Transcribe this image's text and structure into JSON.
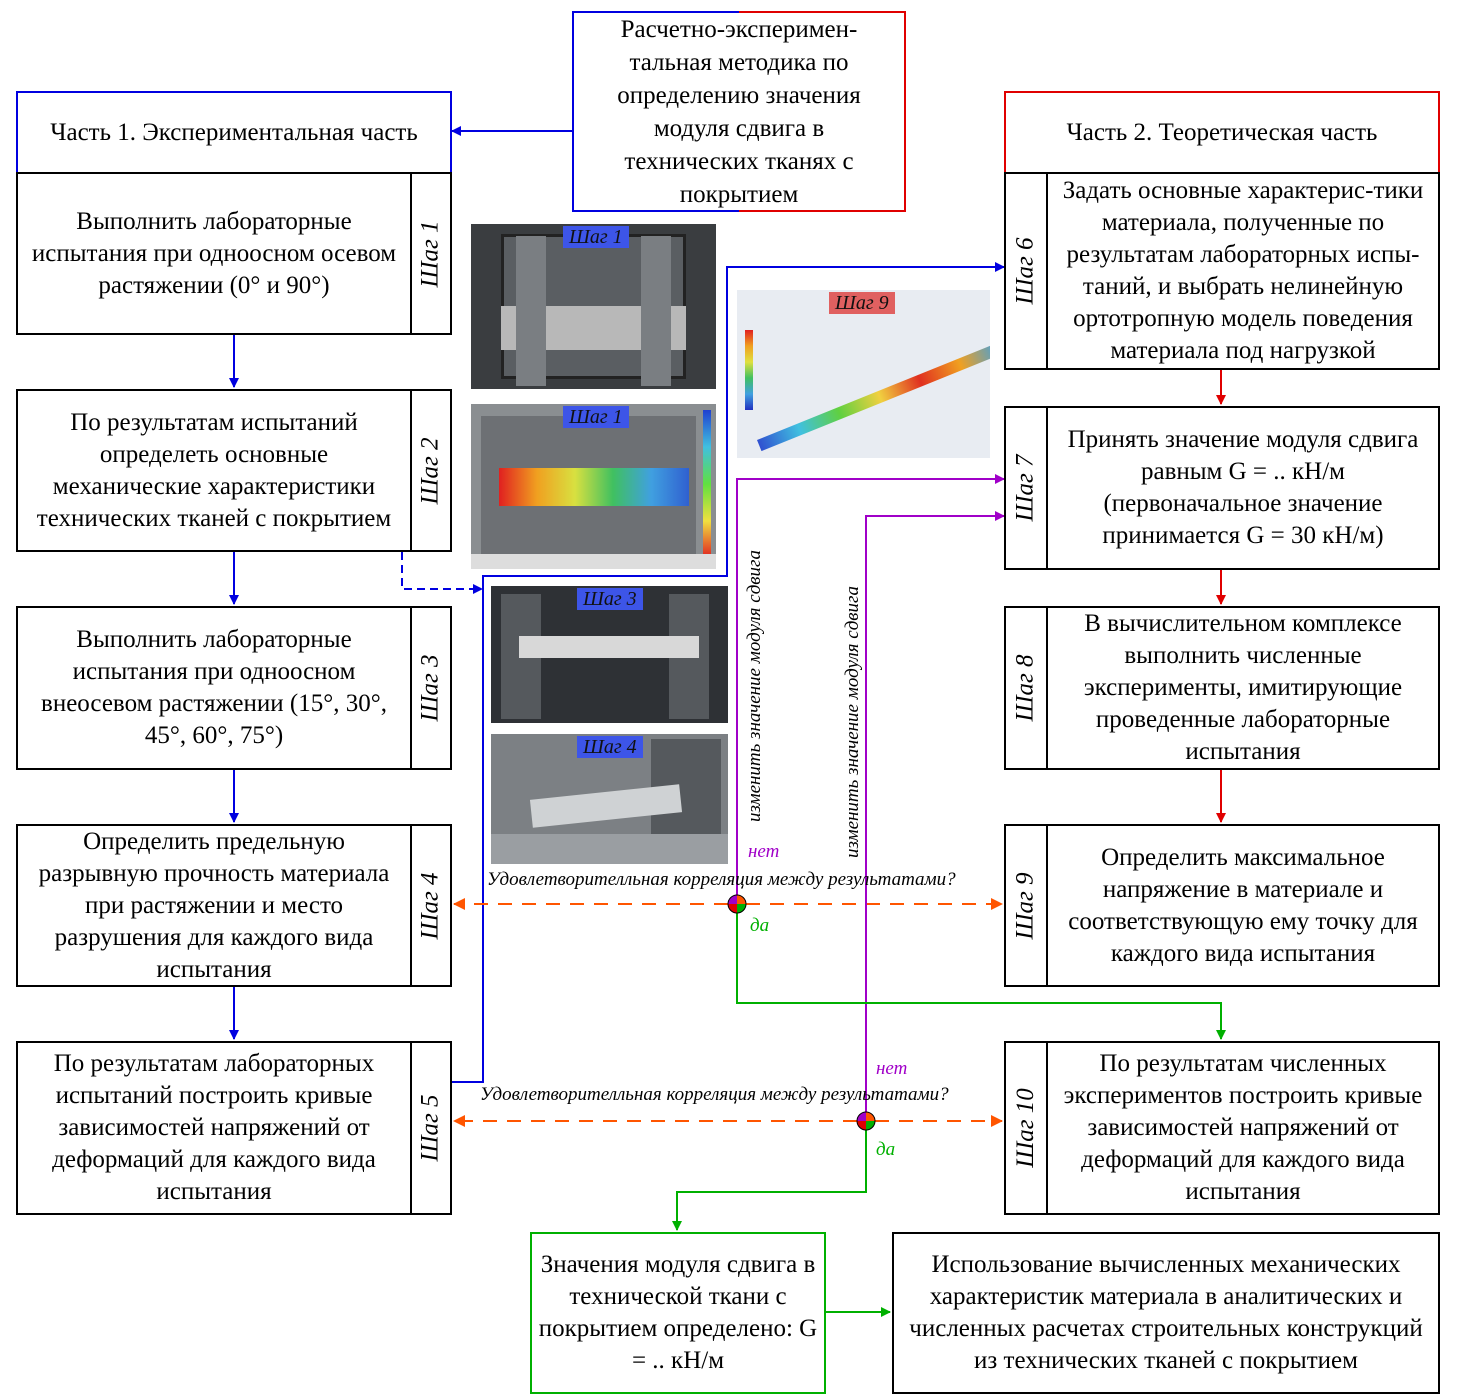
{
  "title": "Расчетно-эксперимен-\nтальная методика по\nопределению значения\nмодуля сдвига в\nтехнических тканях с\nпокрытием",
  "part1": {
    "header": "Часть 1. Экспериментальная часть",
    "steps": [
      {
        "text": "Выполнить лабораторные испытания при одноосном осевом растяжении (0° и 90°)",
        "tab": "Шаг 1"
      },
      {
        "text": "По результатам испытаний определеть основные механические характеристики технических тканей с покрытием",
        "tab": "Шаг 2"
      },
      {
        "text": "Выполнить лабораторные испытания при одноосном внеосевом растяжении (15°, 30°, 45°, 60°, 75°)",
        "tab": "Шаг 3"
      },
      {
        "text": "Определить предельную разрывную прочность материала при растяжении и место разрушения для каждого вида испытания",
        "tab": "Шаг 4"
      },
      {
        "text": "По результатам лабораторных испытаний построить кривые зависимостей напряжений от деформаций для каждого вида испытания",
        "tab": "Шаг 5"
      }
    ]
  },
  "part2": {
    "header": "Часть 2. Теоретическая часть",
    "steps": [
      {
        "text": "Задать основные характерис-тики материала, полученные по результатам лабораторных испы-таний, и выбрать нелинейную ортотропную модель поведения материала под нагрузкой",
        "tab": "Шаг 6"
      },
      {
        "text": "Принять значение модуля сдвига равным  G = .. кН/м (первоначальное значение принимается  G = 30 кН/м)",
        "tab": "Шаг 7"
      },
      {
        "text": "В вычислительном комплексе выполнить численные эксперименты, имитирующие проведенные лабораторные испытания",
        "tab": "Шаг 8"
      },
      {
        "text": "Определить максимальное напряжение в материале и соответствующую ему точку для каждого вида испытания",
        "tab": "Шаг 9"
      },
      {
        "text": "По результатам численных экспериментов построить кривые зависимостей напряжений от деформаций для каждого вида испытания",
        "tab": "Шаг 10"
      }
    ]
  },
  "photos": [
    "Шаг 1",
    "Шаг 1",
    "Шаг 3",
    "Шаг 4",
    "Шаг 9"
  ],
  "decisions": {
    "question": "Удовлетворителльная корреляция между результатами?",
    "no": "нет",
    "yes": "да",
    "loop_label": "изменить значение модуля сдвига"
  },
  "result": "Значения модуля сдвига в технической ткани с покрытием определено: G = .. кН/м",
  "usage": "Использование вычисленных механических характеристик материала в аналитических и численных расчетах строительных конструкций из технических тканей с покрытием",
  "colors": {
    "part1": "#0000e0",
    "part2": "#e00000",
    "decision": "#ff5500",
    "loop": "#a000c8",
    "yes": "#00b000"
  }
}
